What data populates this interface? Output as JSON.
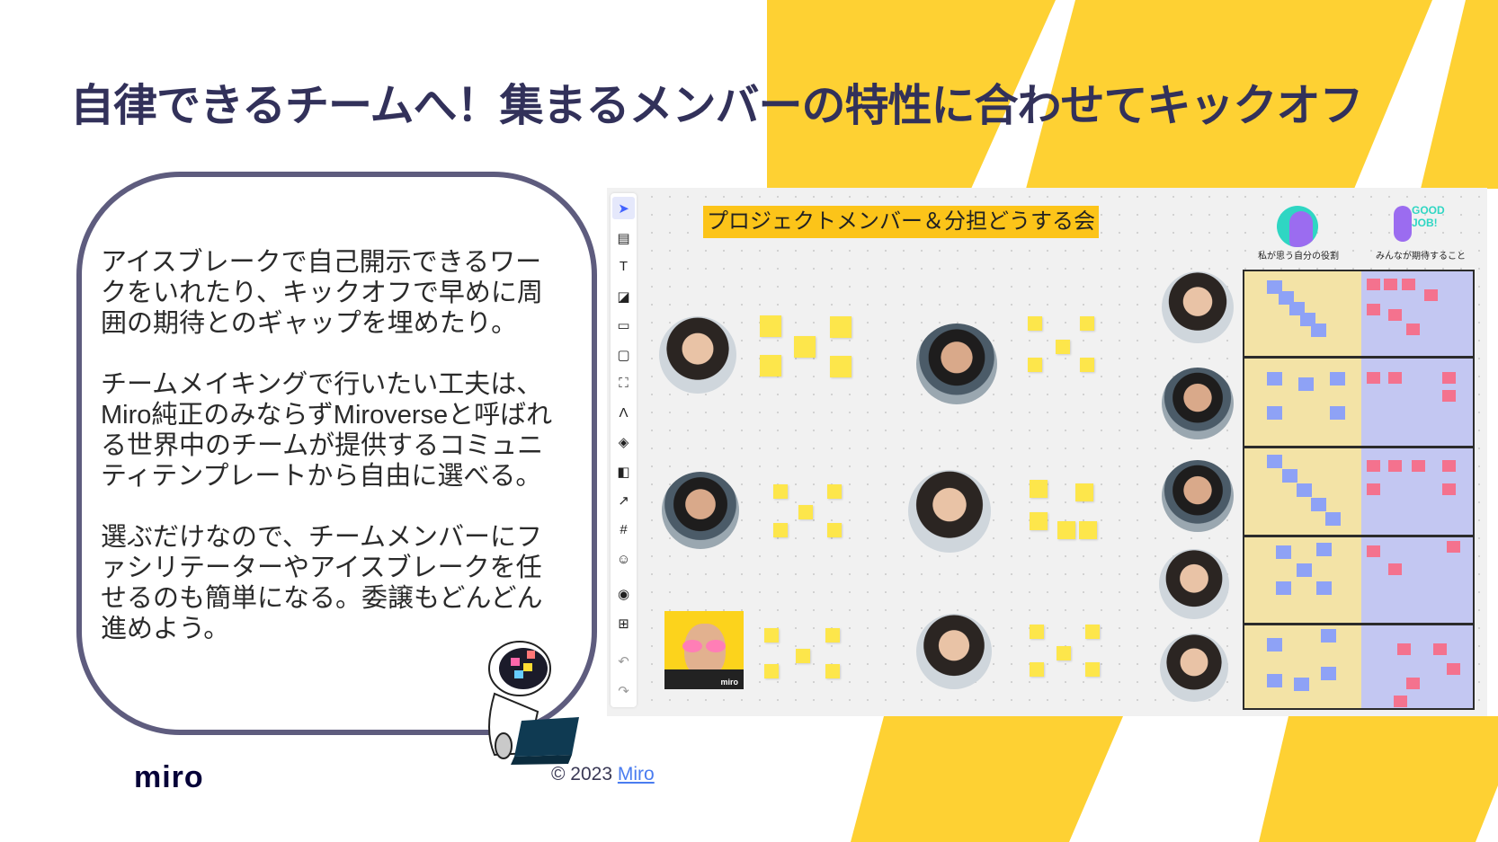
{
  "slide": {
    "title": "自律できるチームへ！集まるメンバーの特性に合わせてキックオフ",
    "accent_color": "#fed133",
    "title_color": "#32315a"
  },
  "bubble": {
    "paragraphs": [
      [
        "アイスブレークで自己開示できるワー",
        "クをいれたり、キックオフで早めに周",
        "囲の期待とのギャップを埋めたり。"
      ],
      [
        "チームメイキングで行いたい工夫は、",
        "Miro純正のみならずMiroverseと呼ばれ",
        "る世界中のチームが提供するコミュニ",
        "ティテンプレートから自由に選べる。"
      ],
      [
        "選ぶだけなので、チームメンバーにフ",
        "ァシリテーターやアイスブレークを任",
        "せるのも簡単になる。委譲もどんどん",
        "進めよう。"
      ]
    ]
  },
  "board": {
    "title": "プロジェクトメンバー＆分担どうする会",
    "column_headers": [
      "私が思う自分の役割",
      "みんなが期待すること"
    ],
    "tools": [
      "select-icon",
      "template-icon",
      "text-icon",
      "sticky-note-icon",
      "card-icon",
      "comment-icon",
      "frame-icon",
      "pen-icon",
      "shapes-icon",
      "upload-icon",
      "connector-icon",
      "crop-icon",
      "emoji-icon",
      "camera-icon",
      "add-icon",
      "undo-icon",
      "redo-icon"
    ],
    "tile_label": "miro"
  },
  "footer": {
    "logo": "miro",
    "copyright": "© 2023",
    "link": "Miro"
  }
}
